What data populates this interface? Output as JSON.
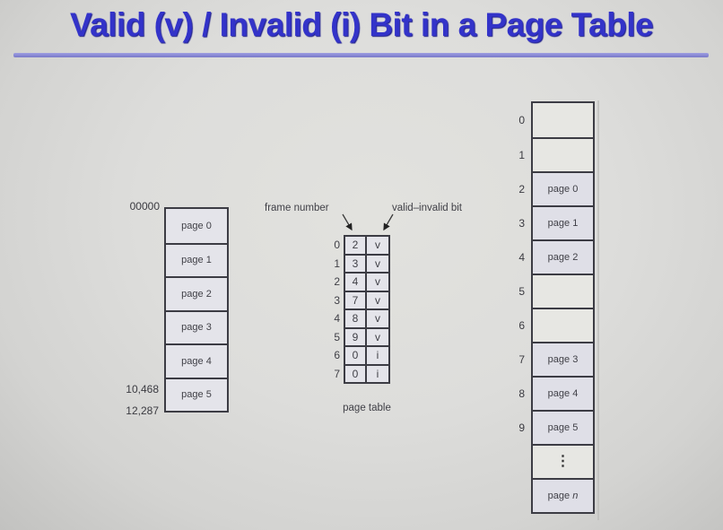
{
  "title": "Valid (v) / Invalid (i) Bit in a Page Table",
  "colors": {
    "title_blue": "#3333c9",
    "underline": "#8d8dd8",
    "box_border": "#3c3c44",
    "box_fill": "#e4e4ea",
    "ink": "#3f3f46"
  },
  "logical_memory": {
    "start_address": "00000",
    "mid_address": "10,468",
    "end_address": "12,287",
    "pages": [
      "page 0",
      "page 1",
      "page 2",
      "page 3",
      "page 4",
      "page 5"
    ]
  },
  "page_table": {
    "frame_label": "frame number",
    "bit_label": "valid–invalid bit",
    "caption": "page table",
    "rows": [
      {
        "index": "0",
        "frame": "2",
        "bit": "v"
      },
      {
        "index": "1",
        "frame": "3",
        "bit": "v"
      },
      {
        "index": "2",
        "frame": "4",
        "bit": "v"
      },
      {
        "index": "3",
        "frame": "7",
        "bit": "v"
      },
      {
        "index": "4",
        "frame": "8",
        "bit": "v"
      },
      {
        "index": "5",
        "frame": "9",
        "bit": "v"
      },
      {
        "index": "6",
        "frame": "0",
        "bit": "i"
      },
      {
        "index": "7",
        "frame": "0",
        "bit": "i"
      }
    ]
  },
  "physical_memory": {
    "rows": [
      {
        "num": "0",
        "label": ""
      },
      {
        "num": "1",
        "label": ""
      },
      {
        "num": "2",
        "label": "page 0"
      },
      {
        "num": "3",
        "label": "page 1"
      },
      {
        "num": "4",
        "label": "page 2"
      },
      {
        "num": "5",
        "label": ""
      },
      {
        "num": "6",
        "label": ""
      },
      {
        "num": "7",
        "label": "page 3"
      },
      {
        "num": "8",
        "label": "page 4"
      },
      {
        "num": "9",
        "label": "page 5"
      },
      {
        "num": "",
        "label": "⋮",
        "dots": true
      },
      {
        "num": "",
        "label": "page n",
        "italic_last": true
      }
    ]
  }
}
